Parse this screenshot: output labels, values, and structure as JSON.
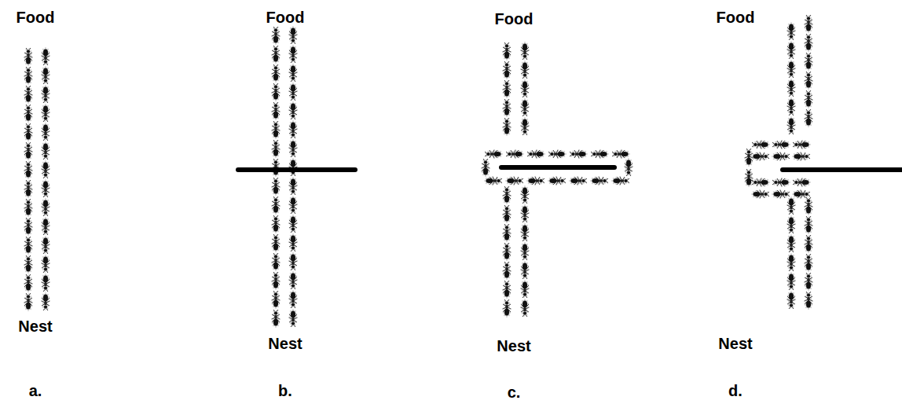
{
  "diagram": {
    "labels": [
      "Food",
      "Food",
      "Food",
      "Food",
      "Nest",
      "Nest",
      "Nest",
      "Nest",
      "a.",
      "b.",
      "c.",
      "d."
    ]
  }
}
